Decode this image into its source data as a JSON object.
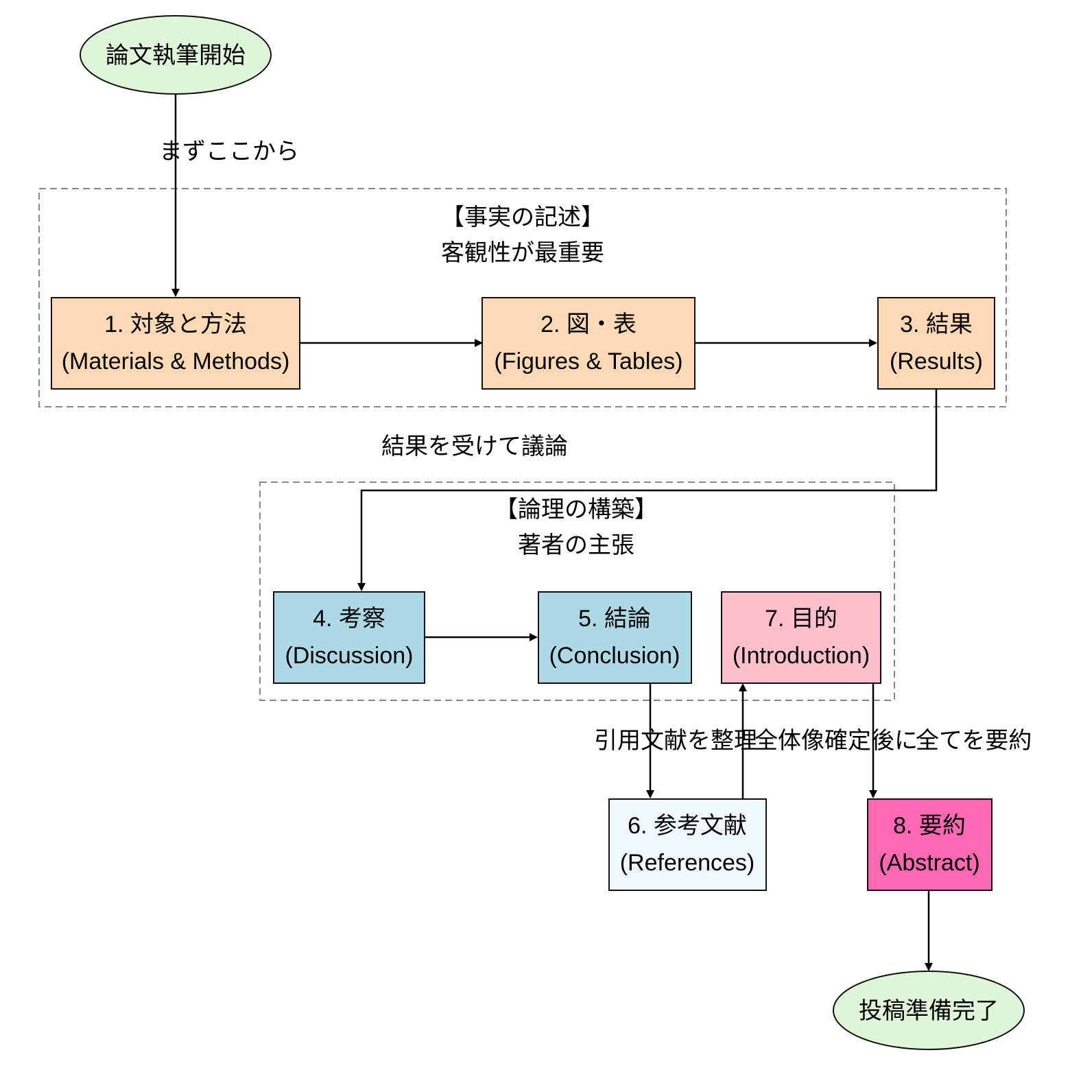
{
  "nodes": {
    "start": {
      "text": "論文執筆開始",
      "color": "#dff7d8"
    },
    "n1": {
      "line1": "1. 対象と方法",
      "line2": "(Materials & Methods)",
      "color": "#fdd9b5"
    },
    "n2": {
      "line1": "2. 図・表",
      "line2": "(Figures & Tables)",
      "color": "#fdd9b5"
    },
    "n3": {
      "line1": "3. 結果",
      "line2": "(Results)",
      "color": "#fdd9b5"
    },
    "n4": {
      "line1": "4. 考察",
      "line2": "(Discussion)",
      "color": "#add8e6"
    },
    "n5": {
      "line1": "5. 結論",
      "line2": "(Conclusion)",
      "color": "#add8e6"
    },
    "n6": {
      "line1": "6. 参考文献",
      "line2": "(References)",
      "color": "#f0f8ff"
    },
    "n7": {
      "line1": "7. 目的",
      "line2": "(Introduction)",
      "color": "#ffc0cb"
    },
    "n8": {
      "line1": "8. 要約",
      "line2": "(Abstract)",
      "color": "#ff69b4"
    },
    "end": {
      "text": "投稿準備完了",
      "color": "#dff7d8"
    }
  },
  "clusters": {
    "facts": {
      "line1": "【事実の記述】",
      "line2": "客観性が最重要"
    },
    "logic": {
      "line1": "【論理の構築】",
      "line2": "著者の主張"
    }
  },
  "edge_labels": {
    "start_to_1": "まずここから",
    "results_to_discussion": "結果を受けて議論",
    "conclusion_to_refs": "引用文献を整理",
    "refs_to_intro": "全体像確定後に",
    "intro_to_abstract": "全てを要約"
  }
}
